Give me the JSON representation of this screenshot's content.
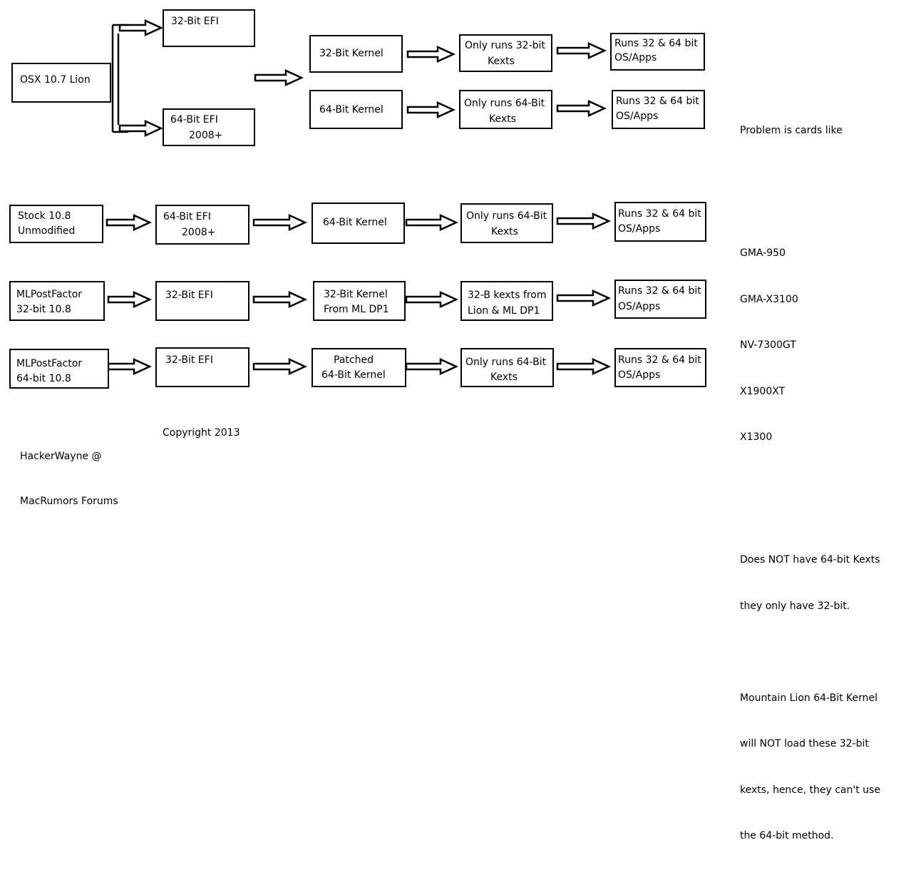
{
  "diagram": {
    "lion": {
      "source": "OSX 10.7 Lion",
      "efi32": "32-Bit EFI",
      "efi64_line1": "64-Bit EFI",
      "efi64_line2": "2008+",
      "kernel32": "32-Bit Kernel",
      "kexts32_line1": "Only runs 32-bit",
      "kexts32_line2": "Kexts",
      "apps_a_line1": "Runs 32 & 64 bit",
      "apps_a_line2": "OS/Apps",
      "kernel64": "64-Bit Kernel",
      "kexts64_line1": "Only runs 64-Bit",
      "kexts64_line2": "Kexts",
      "apps_b_line1": "Runs 32 & 64 bit",
      "apps_b_line2": "OS/Apps"
    },
    "stock": {
      "source_line1": "Stock 10.8",
      "source_line2": "Unmodified",
      "efi_line1": "64-Bit EFI",
      "efi_line2": "2008+",
      "kernel": "64-Bit Kernel",
      "kexts_line1": "Only runs 64-Bit",
      "kexts_line2": "Kexts",
      "apps_line1": "Runs 32 & 64 bit",
      "apps_line2": "OS/Apps"
    },
    "mlp32": {
      "source_line1": "MLPostFactor",
      "source_line2": "32-bit 10.8",
      "efi": "32-Bit EFI",
      "kernel_line1": "32-Bit Kernel",
      "kernel_line2": "From ML DP1",
      "kexts_line1": "32-B kexts from",
      "kexts_line2": "Lion & ML DP1",
      "apps_line1": "Runs 32 & 64 bit",
      "apps_line2": "OS/Apps"
    },
    "mlp64": {
      "source_line1": "MLPostFactor",
      "source_line2": "64-bit 10.8",
      "efi": "32-Bit EFI",
      "kernel_line1": "Patched",
      "kernel_line2": "64-Bit Kernel",
      "kexts_line1": "Only runs 64-Bit",
      "kexts_line2": "Kexts",
      "apps_line1": "Runs 32 & 64 bit",
      "apps_line2": "OS/Apps"
    }
  },
  "notes": {
    "heading": "Problem is cards like",
    "cards": [
      "GMA-950",
      "GMA-X3100",
      "NV-7300GT",
      "X1900XT",
      "X1300"
    ],
    "kexts_line1": "Does NOT have 64-bit Kexts",
    "kexts_line2": "they only have 32-bit.",
    "ml_line1": "Mountain Lion 64-Bit Kernel",
    "ml_line2": "will NOT load these 32-bit",
    "ml_line3": "kexts, hence, they can't use",
    "ml_line4": "the 64-bit method."
  },
  "credits": {
    "author_line1": "HackerWayne @",
    "author_line2": "MacRumors Forums",
    "copyright": "Copyright 2013"
  },
  "colors": {
    "ink": "#000000",
    "background": "#ffffff"
  }
}
